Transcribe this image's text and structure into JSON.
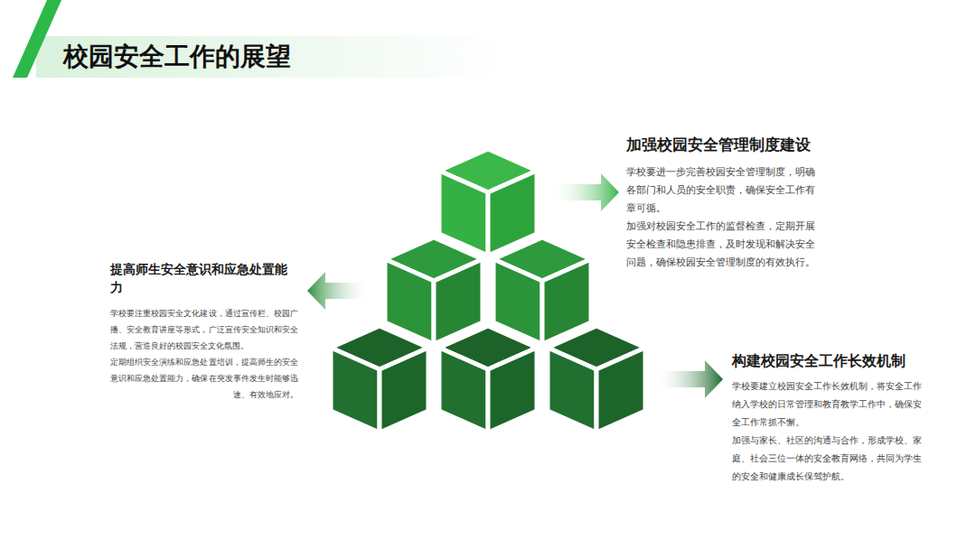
{
  "diagram": {
    "title": "校园安全工作的展望",
    "nodes": [
      {
        "text": [
          "加强校园安全管理制度建设",
          "学校要进一步完善校园安全管理制度，明确各部门和人员的安全职责，确保安全工作有章可循。",
          "加强对校园安全工作的监督检查，定期开展安全检查和隐患排查，及时发现和解决安全问题，确保校园安全管理制度的有效执行。"
        ]
      },
      {
        "text": [
          "提高师生安全意识和应急处置能力",
          "学校要注重校园安全文化建设，通过宣传栏、校园广播、安全教育讲座等形式，广泛宣传安全知识和安全法规，营造良好的校园安全文化氛围。",
          "定期组织安全演练和应急处置培训，提高师生的安全意识和应急处置能力，确保在突发事件发生时能够迅速、有效地应对。"
        ]
      },
      {
        "text": [
          "构建校园安全工作长效机制",
          "学校要建立校园安全工作长效机制，将安全工作纳入学校的日常管理和教育教学工作中，确保安全工作常抓不懈。",
          "加强与家长、社区的沟通与合作，形成学校、家庭、社会三位一体的安全教育网络，共同为学生的安全和健康成长保驾护航。"
        ]
      }
    ]
  }
}
